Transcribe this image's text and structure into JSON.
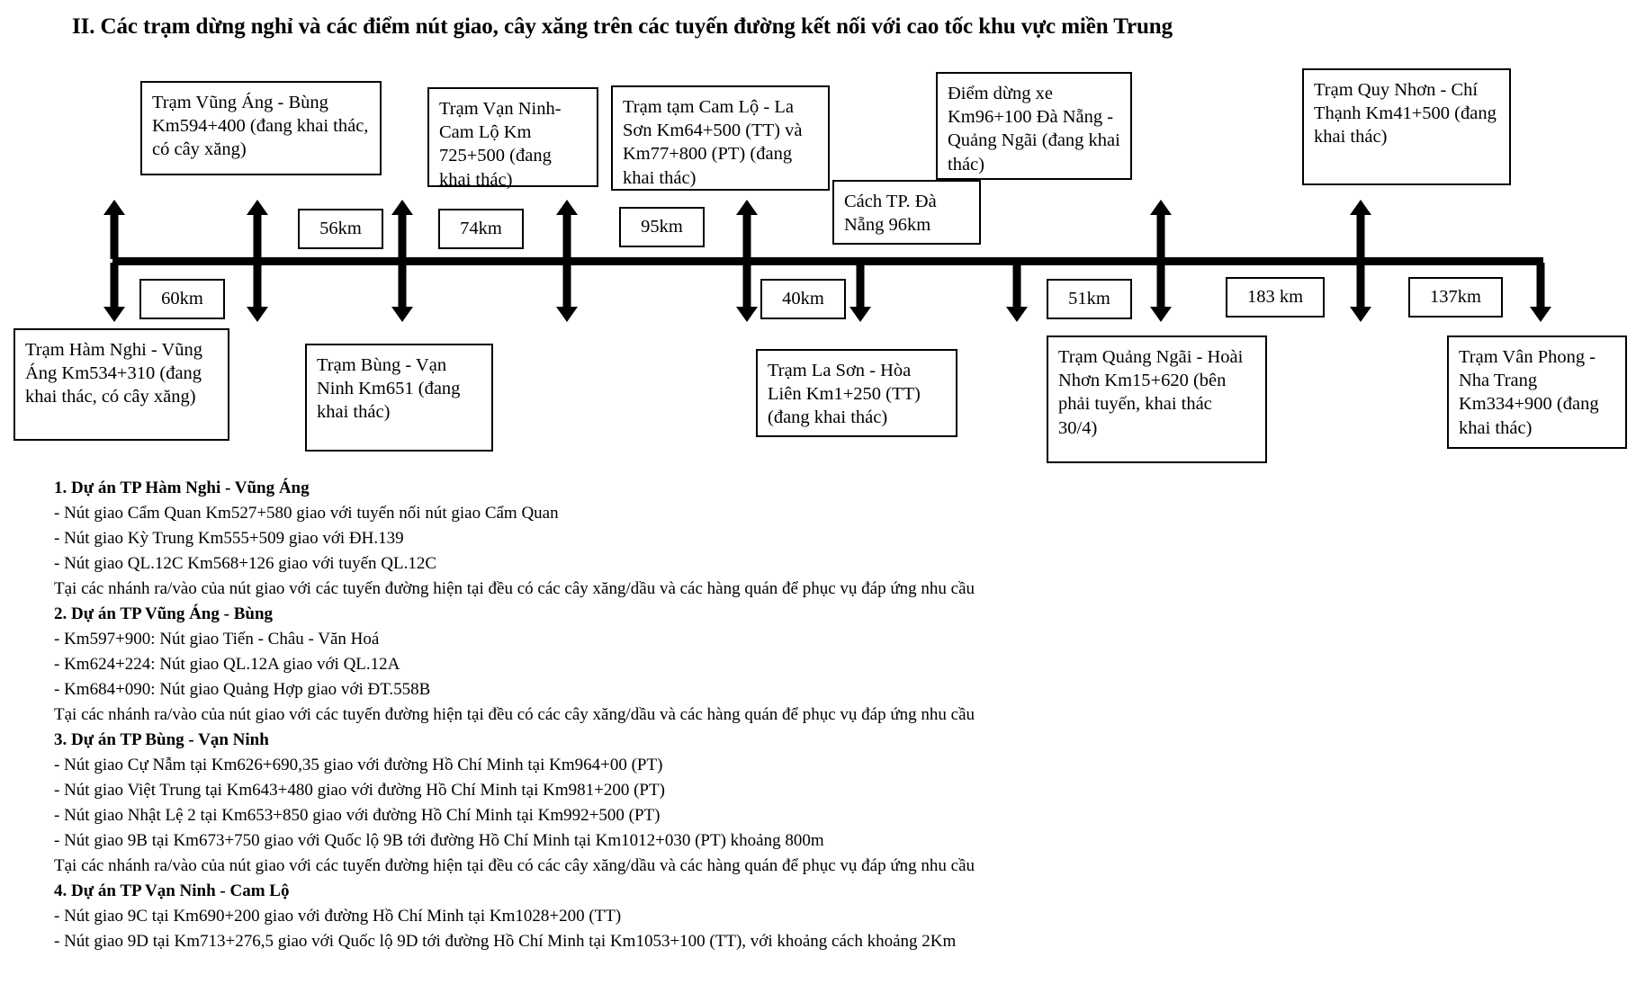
{
  "title": "II. Các trạm dừng nghỉ và các điểm nút giao, cây xăng trên các tuyến đường kết nối với cao tốc khu vực miền Trung",
  "diagram": {
    "top_boxes": [
      {
        "name": "tram-vung-ang-bung",
        "text": "Trạm Vũng Áng - Bùng Km594+400 (đang khai thác, có cây xăng)"
      },
      {
        "name": "tram-van-ninh-cam-lo",
        "text": "Trạm Vạn Ninh-Cam Lộ Km 725+500 (đang khai thác)"
      },
      {
        "name": "tram-tam-cam-lo-la-son",
        "text": "Trạm tạm Cam Lộ - La Sơn Km64+500 (TT) và Km77+800 (PT) (đang khai thác)"
      },
      {
        "name": "diem-dung-xe-da-nang-quang-ngai",
        "text": "Điểm dừng xe Km96+100 Đà Nẵng - Quảng Ngãi (đang khai thác)"
      },
      {
        "name": "cach-tp-da-nang",
        "text": "Cách TP. Đà Nẵng 96km"
      },
      {
        "name": "tram-quy-nhon-chi-thanh",
        "text": "Trạm Quy Nhơn - Chí Thạnh Km41+500 (đang khai thác)"
      }
    ],
    "bottom_boxes": [
      {
        "name": "tram-ham-nghi-vung-ang",
        "text": "Trạm Hàm Nghi - Vũng Áng Km534+310 (đang khai thác, có cây xăng)"
      },
      {
        "name": "tram-bung-van-ninh",
        "text": "Trạm Bùng - Vạn Ninh Km651 (đang khai thác)"
      },
      {
        "name": "tram-la-son-hoa-lien",
        "text": "Trạm La Sơn - Hòa Liên Km1+250 (TT) (đang khai thác)"
      },
      {
        "name": "tram-quang-ngai-hoai-nhon",
        "text": "Trạm Quảng Ngãi - Hoài Nhơn Km15+620 (bên phải tuyến, khai thác 30/4)"
      },
      {
        "name": "tram-van-phong-nha-trang",
        "text": "Trạm Vân Phong - Nha Trang Km334+900 (đang khai thác)"
      }
    ],
    "distance_chips_above": [
      {
        "name": "distance-56km",
        "value": "56km"
      },
      {
        "name": "distance-74km",
        "value": "74km"
      },
      {
        "name": "distance-95km",
        "value": "95km"
      }
    ],
    "distance_chips_below": [
      {
        "name": "distance-60km",
        "value": "60km"
      },
      {
        "name": "distance-40km",
        "value": "40km"
      },
      {
        "name": "distance-51km",
        "value": "51km"
      },
      {
        "name": "distance-183km",
        "value": "183 km"
      },
      {
        "name": "distance-137km",
        "value": "137km"
      }
    ]
  },
  "notes": [
    {
      "type": "head",
      "text": "1. Dự án TP Hàm Nghi - Vũng Áng"
    },
    {
      "type": "line",
      "text": "- Nút giao Cẩm Quan Km527+580 giao với tuyến nối nút giao Cẩm Quan"
    },
    {
      "type": "line",
      "text": "- Nút giao Kỳ Trung Km555+509 giao với ĐH.139"
    },
    {
      "type": "line",
      "text": "- Nút giao QL.12C Km568+126 giao với tuyến QL.12C"
    },
    {
      "type": "line",
      "text": "Tại các nhánh ra/vào của nút giao với các tuyến đường hiện tại đều có các cây xăng/dầu và các hàng quán để phục vụ đáp ứng nhu cầu"
    },
    {
      "type": "head",
      "text": "2. Dự án TP Vũng Áng - Bùng"
    },
    {
      "type": "line",
      "text": "- Km597+900: Nút giao Tiến - Châu - Văn Hoá"
    },
    {
      "type": "line",
      "text": "- Km624+224: Nút giao QL.12A giao với QL.12A"
    },
    {
      "type": "line",
      "text": "- Km684+090: Nút giao Quảng Hợp giao với ĐT.558B"
    },
    {
      "type": "line",
      "text": "Tại các nhánh ra/vào của nút giao với các tuyến đường hiện tại đều có các cây xăng/dầu và các hàng quán để phục vụ đáp ứng nhu cầu"
    },
    {
      "type": "head",
      "text": "3. Dự án TP Bùng - Vạn Ninh"
    },
    {
      "type": "line",
      "text": "- Nút giao Cự Nẫm tại Km626+690,35 giao với đường Hồ Chí Minh tại Km964+00 (PT)"
    },
    {
      "type": "line",
      "text": "- Nút giao Việt Trung tại Km643+480 giao với đường Hồ Chí Minh tại Km981+200 (PT)"
    },
    {
      "type": "line",
      "text": "- Nút giao Nhật Lệ 2 tại Km653+850 giao với đường Hồ Chí Minh tại Km992+500 (PT)"
    },
    {
      "type": "line",
      "text": "- Nút giao 9B tại Km673+750 giao với Quốc lộ 9B tới đường Hồ Chí Minh tại Km1012+030 (PT) khoảng 800m"
    },
    {
      "type": "line",
      "text": "Tại các nhánh ra/vào của nút giao với các tuyến đường hiện tại đều có các cây xăng/dầu và các hàng quán để phục vụ đáp ứng nhu cầu"
    },
    {
      "type": "head",
      "text": "4. Dự án TP Vạn Ninh - Cam Lộ"
    },
    {
      "type": "line",
      "text": "- Nút giao 9C tại Km690+200 giao với đường Hồ Chí Minh tại Km1028+200 (TT)"
    },
    {
      "type": "line",
      "text": "- Nút giao 9D tại Km713+276,5 giao với Quốc lộ 9D tới đường Hồ Chí Minh tại Km1053+100 (TT), với khoảng cách khoảng 2Km"
    }
  ]
}
